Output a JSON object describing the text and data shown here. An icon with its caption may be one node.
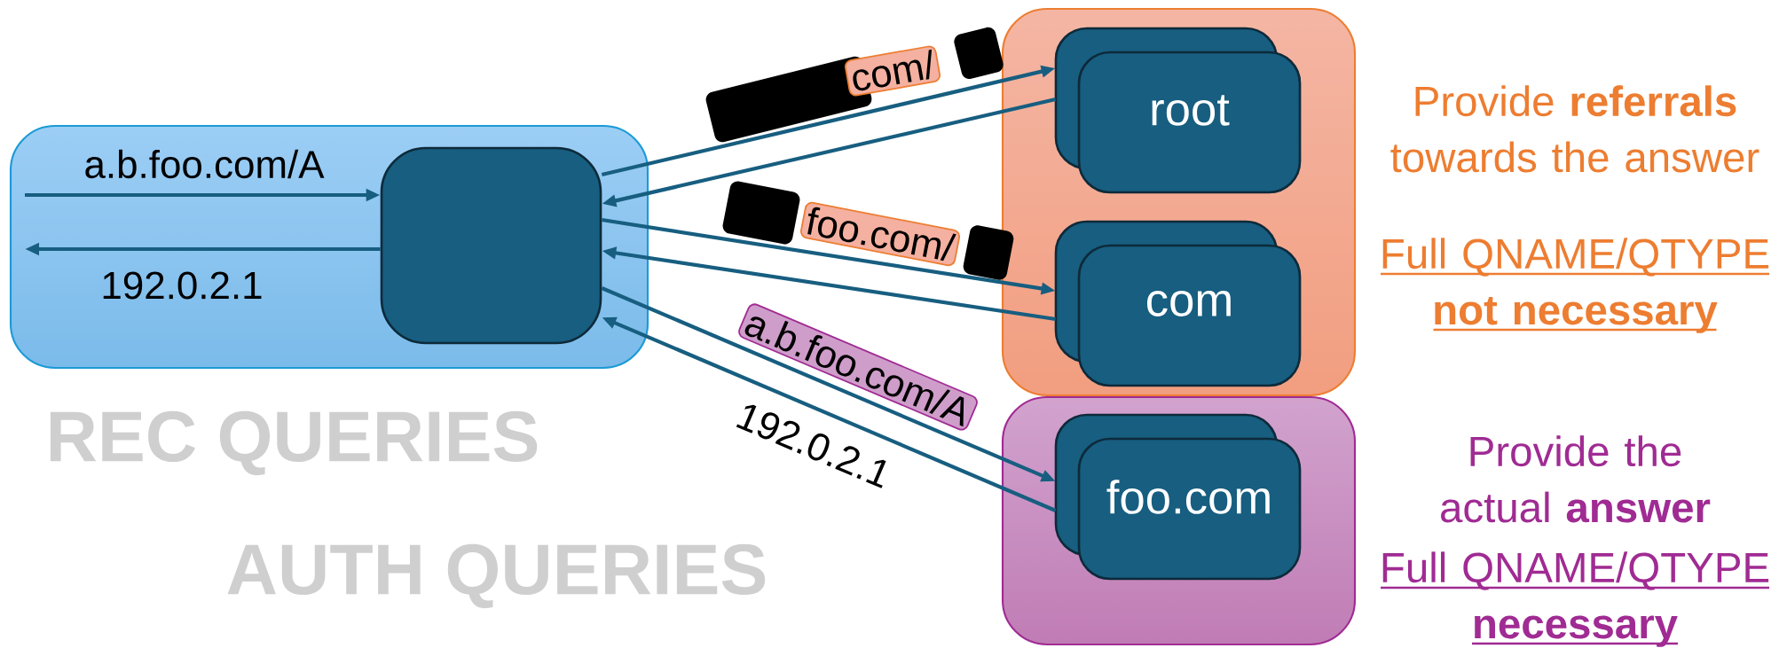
{
  "diagram": {
    "nodes": [
      {
        "text": [],
        "shape": "box"
      },
      {
        "text": [],
        "shape": "box",
        "in": 0
      },
      {
        "text": [],
        "shape": "box",
        "beside": [
          "Provide **referrals** towards the answer",
          "Full QNAME/QTYPE **not necessary**"
        ]
      },
      {
        "text": [
          "root"
        ],
        "in": 2
      },
      {
        "text": [
          "com"
        ],
        "in": 2
      },
      {
        "text": [],
        "shape": "box",
        "beside": [
          "Provide the actual **answer**",
          "Full QNAME/QTYPE **necessary**"
        ]
      },
      {
        "text": [
          "foo.com"
        ],
        "in": 5
      }
    ],
    "edges": [
      {
        "from": null,
        "to": 1,
        "arrow": "to",
        "label": "a.b.foo.com/A"
      },
      {
        "from": 1,
        "to": null,
        "arrow": "to",
        "label": "192.0.2.1"
      },
      {
        "from": 1,
        "to": 3,
        "arrow": "to",
        "label": "com/"
      },
      {
        "from": 3,
        "to": 1,
        "arrow": "to"
      },
      {
        "from": 1,
        "to": 4,
        "arrow": "to",
        "label": "foo.com/"
      },
      {
        "from": 4,
        "to": 1,
        "arrow": "to"
      },
      {
        "from": 1,
        "to": 6,
        "arrow": "to",
        "label": "a.b.foo.com/A"
      },
      {
        "from": 6,
        "to": 1,
        "arrow": "to",
        "label": "192.0.2.1"
      }
    ],
    "labels": [
      "REC QUERIES",
      "AUTH QUERIES"
    ]
  }
}
